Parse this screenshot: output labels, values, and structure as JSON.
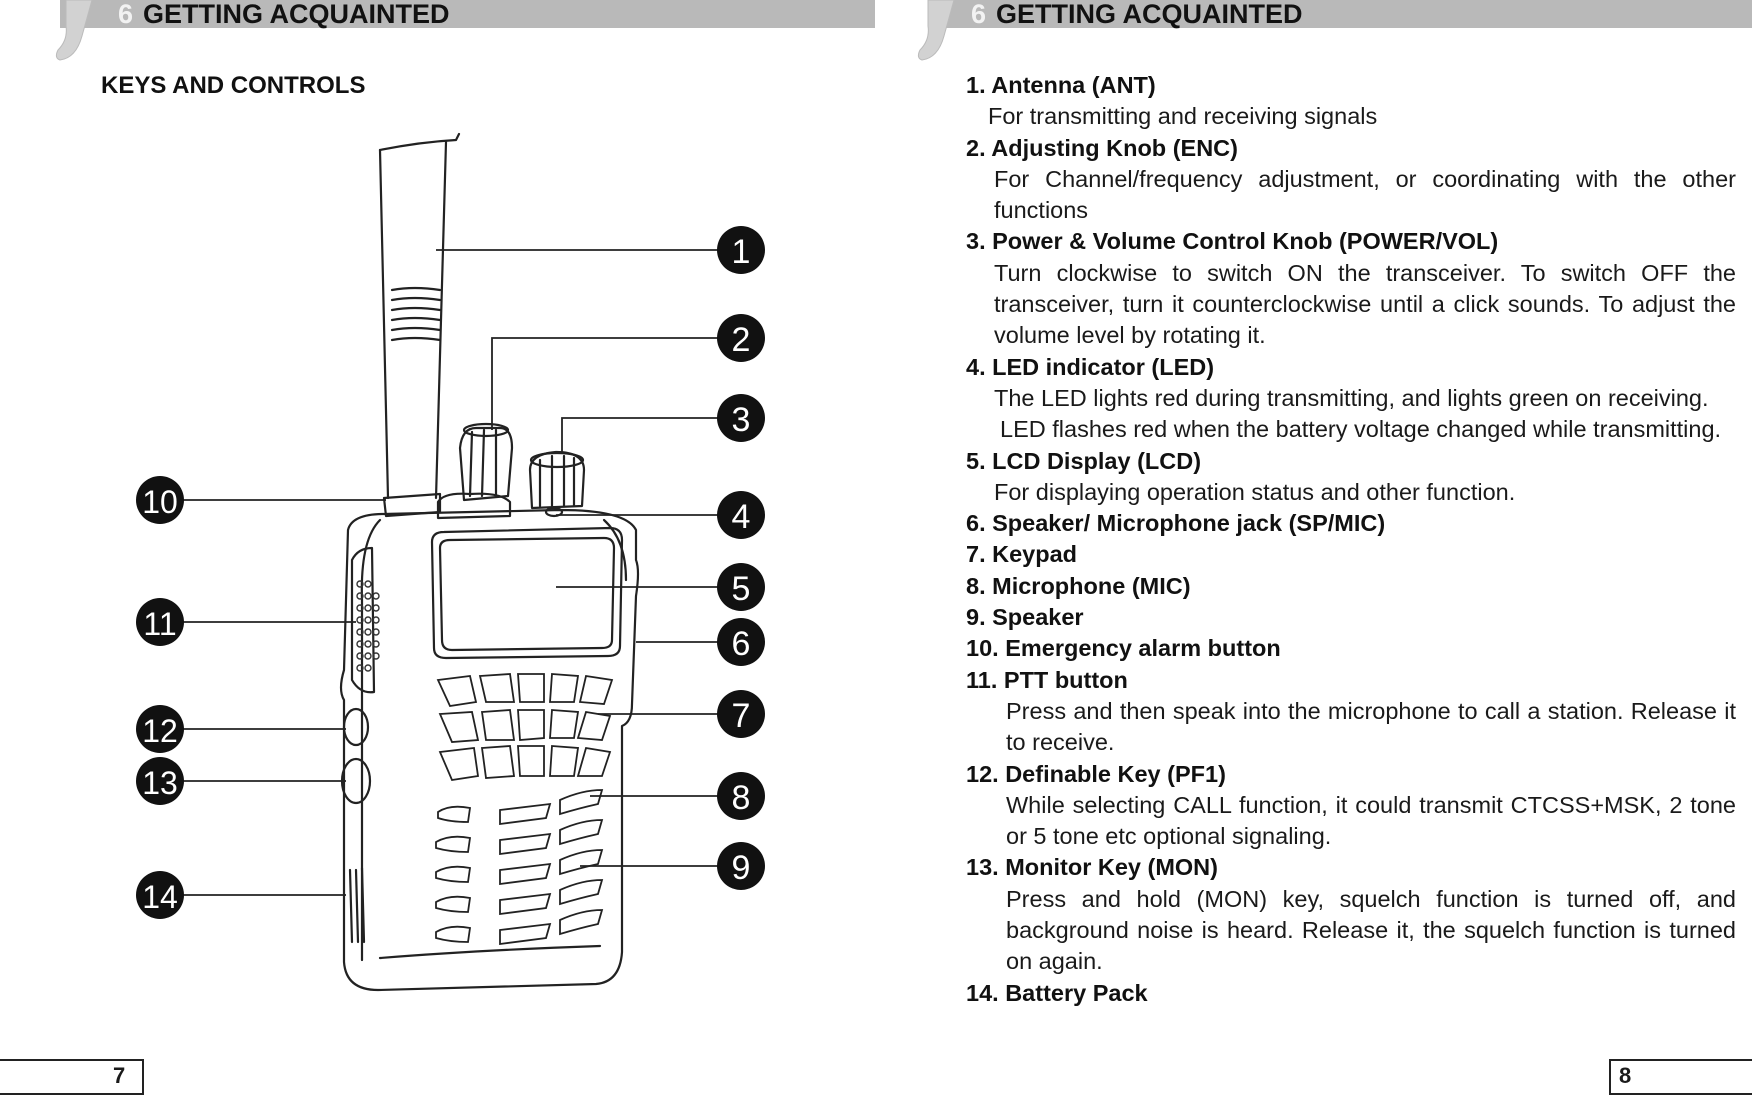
{
  "left_page": {
    "header_num": "6",
    "header_title": "GETTING ACQUAINTED",
    "section_title": "KEYS AND CONTROLS",
    "page_number": "7",
    "callouts": [
      "1",
      "2",
      "3",
      "4",
      "5",
      "6",
      "7",
      "8",
      "9",
      "10",
      "11",
      "12",
      "13",
      "14"
    ]
  },
  "right_page": {
    "header_num": "6",
    "header_title": "GETTING ACQUAINTED",
    "page_number": "8",
    "items": [
      {
        "title": "1. Antenna (ANT)",
        "desc": [
          "For transmitting and receiving signals"
        ]
      },
      {
        "title": "2. Adjusting Knob (ENC)",
        "desc": [
          "For Channel/frequency adjustment, or coordinating with the other functions"
        ]
      },
      {
        "title": "3. Power & Volume Control Knob (POWER/VOL)",
        "desc": [
          "Turn clockwise to switch ON the transceiver. To switch OFF the transceiver, turn it counterclockwise until a click sounds. To adjust the volume level by rotating it."
        ]
      },
      {
        "title": "4. LED indicator (LED)",
        "desc": [
          "The LED lights red during transmitting, and lights green on receiving.",
          "LED flashes red when the battery voltage changed while transmitting."
        ]
      },
      {
        "title": "5. LCD Display (LCD)",
        "desc": [
          "For displaying operation status and other function."
        ]
      },
      {
        "title": "6. Speaker/ Microphone jack (SP/MIC)",
        "desc": []
      },
      {
        "title": "7. Keypad",
        "desc": []
      },
      {
        "title": "8. Microphone (MIC)",
        "desc": []
      },
      {
        "title": "9. Speaker",
        "desc": []
      },
      {
        "title": "10. Emergency alarm button",
        "desc": []
      },
      {
        "title": "11. PTT button",
        "desc": [
          "Press and then speak into the microphone to call a station. Release it to receive."
        ]
      },
      {
        "title": "12. Definable Key (PF1)",
        "desc": [
          "While selecting CALL function, it could transmit CTCSS+MSK, 2 tone or 5 tone etc optional signaling."
        ]
      },
      {
        "title": "13. Monitor Key (MON)",
        "desc": [
          "Press and hold (MON) key, squelch function is turned off, and background noise is heard. Release it, the squelch function is turned on again."
        ]
      },
      {
        "title": "14. Battery Pack",
        "desc": []
      }
    ]
  }
}
